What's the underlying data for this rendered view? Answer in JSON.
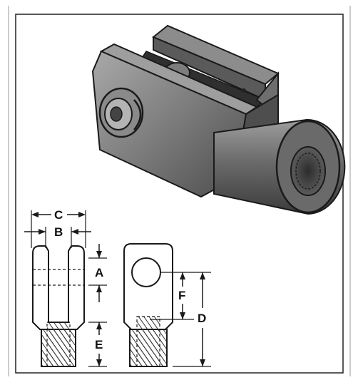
{
  "diagram": {
    "labels": {
      "c": "C",
      "b": "B",
      "a": "A",
      "e": "E",
      "f": "F",
      "d": "D"
    },
    "colors": {
      "outline": "#1a1a1a",
      "metal_light": "#9a9a9a",
      "metal_mid": "#6f6f6f",
      "metal_dark": "#3f3f3f",
      "hatch": "#333333",
      "border": "#222222"
    }
  }
}
